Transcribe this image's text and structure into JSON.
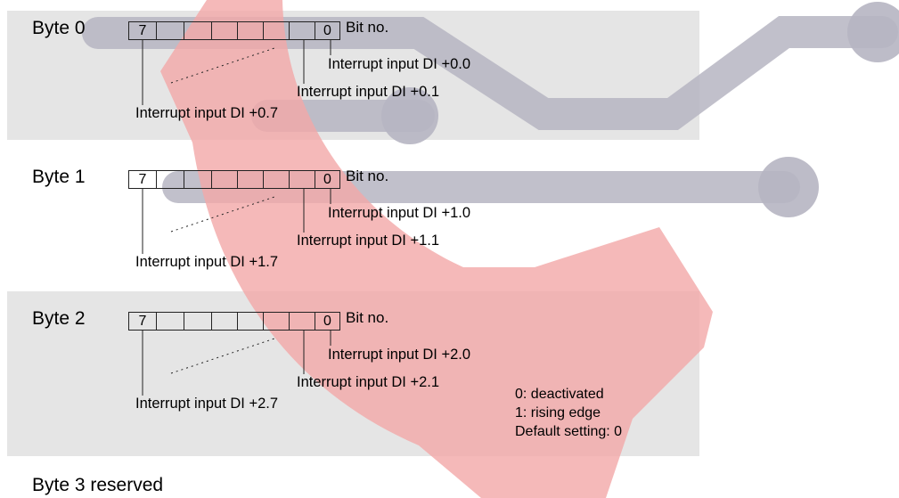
{
  "colors": {
    "band": "#e5e5e5",
    "decor_gray": "#b6b5c2",
    "decor_red": "#f2a8a8"
  },
  "bit_no_label": "Bit no.",
  "bytes": [
    {
      "label": "Byte 0",
      "high_bit": "7",
      "low_bit": "0",
      "callouts": [
        "Interrupt input DI +0.0",
        "Interrupt input DI +0.1",
        "Interrupt input DI +0.7"
      ]
    },
    {
      "label": "Byte 1",
      "high_bit": "7",
      "low_bit": "0",
      "callouts": [
        "Interrupt input DI +1.0",
        "Interrupt input DI +1.1",
        "Interrupt input DI +1.7"
      ]
    },
    {
      "label": "Byte 2",
      "high_bit": "7",
      "low_bit": "0",
      "callouts": [
        "Interrupt input DI +2.0",
        "Interrupt input DI +2.1",
        "Interrupt input DI +2.7"
      ]
    }
  ],
  "settings_note": [
    "0: deactivated",
    "1: rising edge",
    "Default setting: 0"
  ],
  "reserved_label": "Byte 3 reserved"
}
